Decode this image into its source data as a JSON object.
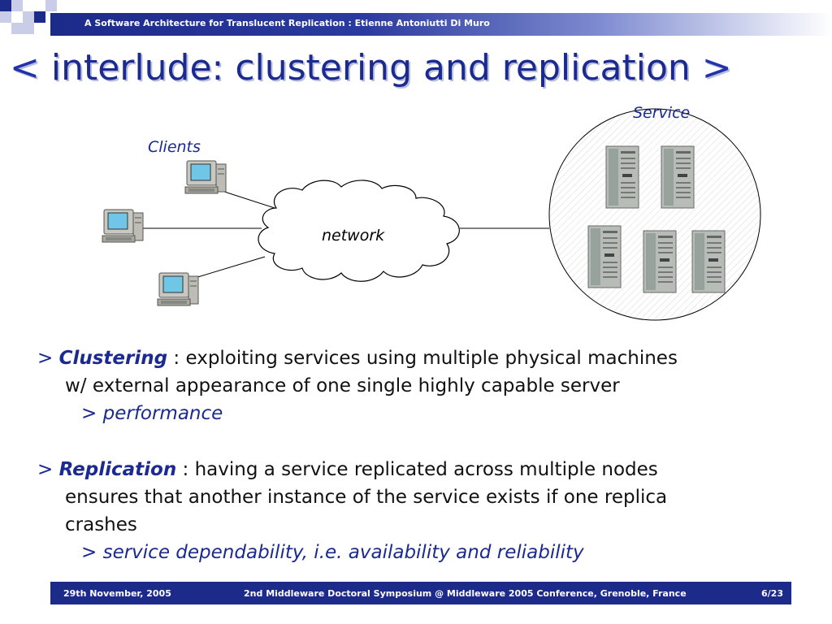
{
  "header": {
    "text": "A Software Architecture for Translucent Replication  :  Etienne Antoniutti Di Muro"
  },
  "title": {
    "open": "<",
    "main": "interlude: clustering and replication",
    "close": ">"
  },
  "diagram": {
    "clients_label": "Clients",
    "network_label": "network",
    "service_label": "Service"
  },
  "bullets": [
    {
      "marker": ">",
      "keyword": "Clustering",
      "text": " : exploiting services using multiple physical machines",
      "cont": [
        "w/ external appearance of one single highly capable server"
      ],
      "sub_marker": ">",
      "sub": "performance"
    },
    {
      "marker": ">",
      "keyword": "Replication",
      "text": " : having a service replicated across multiple nodes",
      "cont": [
        "ensures that another instance of the service exists if one replica",
        "crashes"
      ],
      "sub_marker": ">",
      "sub": "service dependability, i.e. availability and reliability"
    }
  ],
  "footer": {
    "date": "29th November, 2005",
    "conference": "2nd Middleware Doctoral Symposium @ Middleware 2005 Conference, Grenoble, France",
    "page": "6/23"
  }
}
